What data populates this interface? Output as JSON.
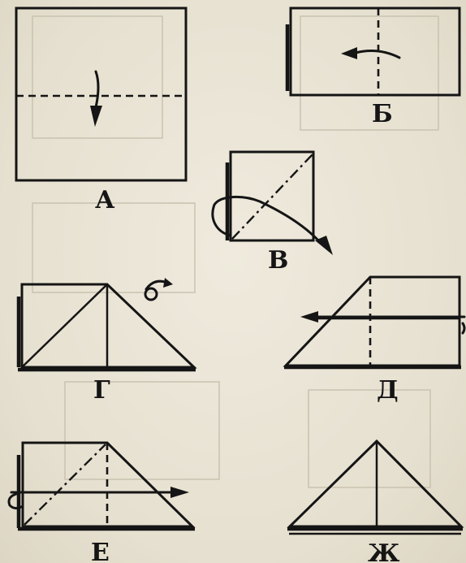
{
  "steps": [
    {
      "id": "a",
      "label": "А"
    },
    {
      "id": "b",
      "label": "Б"
    },
    {
      "id": "v",
      "label": "В"
    },
    {
      "id": "g",
      "label": "Г"
    },
    {
      "id": "d",
      "label": "Д"
    },
    {
      "id": "e",
      "label": "Е"
    },
    {
      "id": "zh",
      "label": "Ж"
    }
  ],
  "icons": {
    "turn_over": "turn-over-icon",
    "fold_arrow": "fold-arrow-icon"
  },
  "colors": {
    "ink": "#151515",
    "paper_background": "#ebe6d8"
  }
}
